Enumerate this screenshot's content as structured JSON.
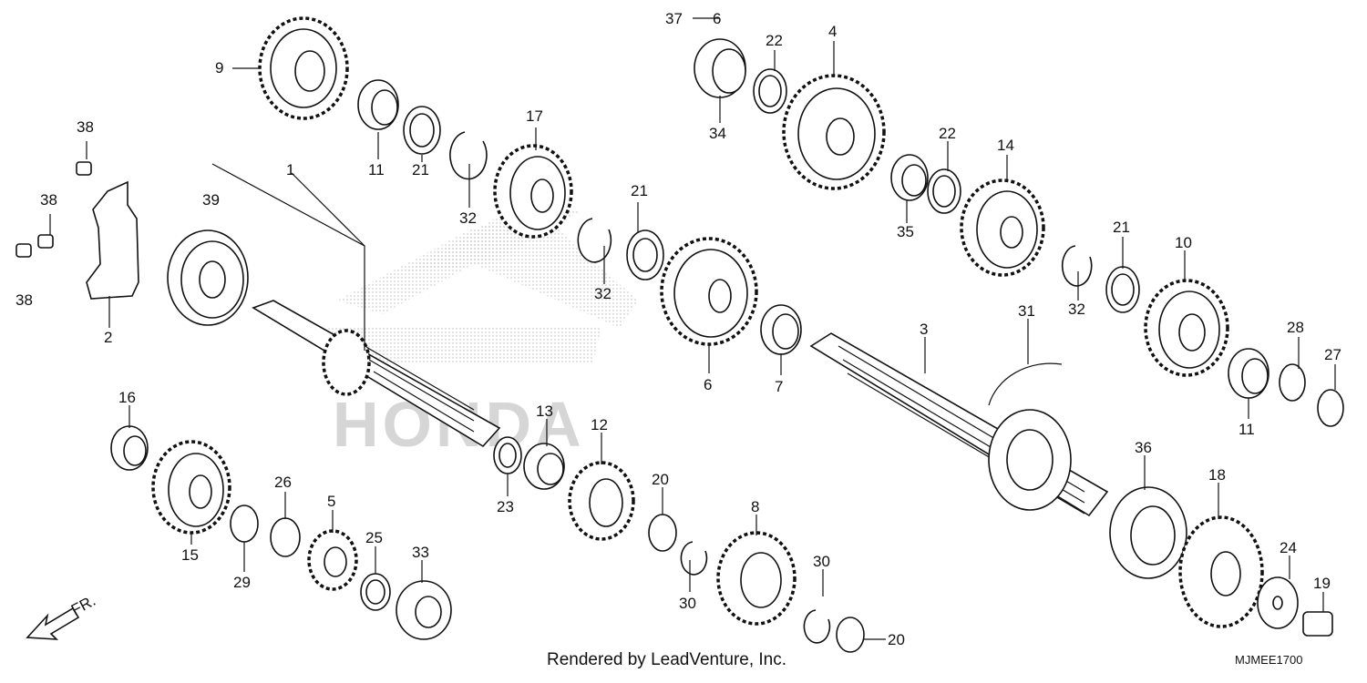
{
  "diagram": {
    "footer_credit": "Rendered by LeadVenture, Inc.",
    "diagram_code": "MJMEE1700",
    "direction_label": "FR.",
    "watermark": "HONDA",
    "callouts": [
      {
        "id": "c9",
        "text": "9"
      },
      {
        "id": "c11a",
        "text": "11"
      },
      {
        "id": "c21a",
        "text": "21"
      },
      {
        "id": "c17",
        "text": "17"
      },
      {
        "id": "c32a",
        "text": "32"
      },
      {
        "id": "c38a",
        "text": "38"
      },
      {
        "id": "c38b",
        "text": "38"
      },
      {
        "id": "c38c",
        "text": "38"
      },
      {
        "id": "c1",
        "text": "1"
      },
      {
        "id": "c39",
        "text": "39"
      },
      {
        "id": "c2",
        "text": "2"
      },
      {
        "id": "c21b",
        "text": "21"
      },
      {
        "id": "c32b",
        "text": "32"
      },
      {
        "id": "c37",
        "text": "37"
      },
      {
        "id": "c6top",
        "text": "6"
      },
      {
        "id": "c22a",
        "text": "22"
      },
      {
        "id": "c4",
        "text": "4"
      },
      {
        "id": "c34",
        "text": "34"
      },
      {
        "id": "c22b",
        "text": "22"
      },
      {
        "id": "c14",
        "text": "14"
      },
      {
        "id": "c35",
        "text": "35"
      },
      {
        "id": "c21c",
        "text": "21"
      },
      {
        "id": "c10",
        "text": "10"
      },
      {
        "id": "c32c",
        "text": "32"
      },
      {
        "id": "c31",
        "text": "31"
      },
      {
        "id": "c3",
        "text": "3"
      },
      {
        "id": "c6",
        "text": "6"
      },
      {
        "id": "c7",
        "text": "7"
      },
      {
        "id": "c28",
        "text": "28"
      },
      {
        "id": "c27",
        "text": "27"
      },
      {
        "id": "c11b",
        "text": "11"
      },
      {
        "id": "c16",
        "text": "16"
      },
      {
        "id": "c13",
        "text": "13"
      },
      {
        "id": "c12",
        "text": "12"
      },
      {
        "id": "c23",
        "text": "23"
      },
      {
        "id": "c15",
        "text": "15"
      },
      {
        "id": "c29",
        "text": "29"
      },
      {
        "id": "c26",
        "text": "26"
      },
      {
        "id": "c5",
        "text": "5"
      },
      {
        "id": "c25",
        "text": "25"
      },
      {
        "id": "c33",
        "text": "33"
      },
      {
        "id": "c20a",
        "text": "20"
      },
      {
        "id": "c8",
        "text": "8"
      },
      {
        "id": "c30a",
        "text": "30"
      },
      {
        "id": "c30b",
        "text": "30"
      },
      {
        "id": "c20b",
        "text": "20"
      },
      {
        "id": "c36",
        "text": "36"
      },
      {
        "id": "c18",
        "text": "18"
      },
      {
        "id": "c24",
        "text": "24"
      },
      {
        "id": "c19",
        "text": "19"
      }
    ]
  }
}
